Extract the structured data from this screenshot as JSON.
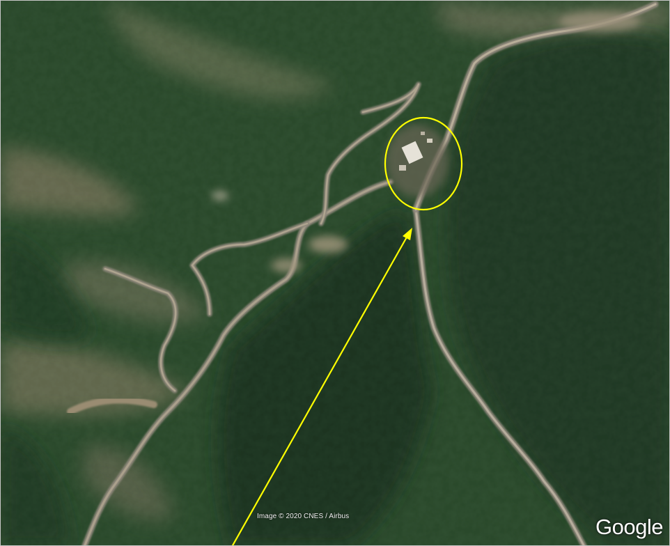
{
  "map": {
    "imagery": "satellite",
    "attribution": "Image © 2020 CNES / Airbus",
    "logo_text": "Google"
  },
  "annotations": {
    "highlight_ellipse_color": "#ffff00",
    "arrow_color": "#ffff00"
  },
  "colors": {
    "forest_dark": "#1d3a22",
    "forest_mid": "#2d4d2a",
    "clearing": "#8a8066",
    "road": "#9a9280"
  }
}
